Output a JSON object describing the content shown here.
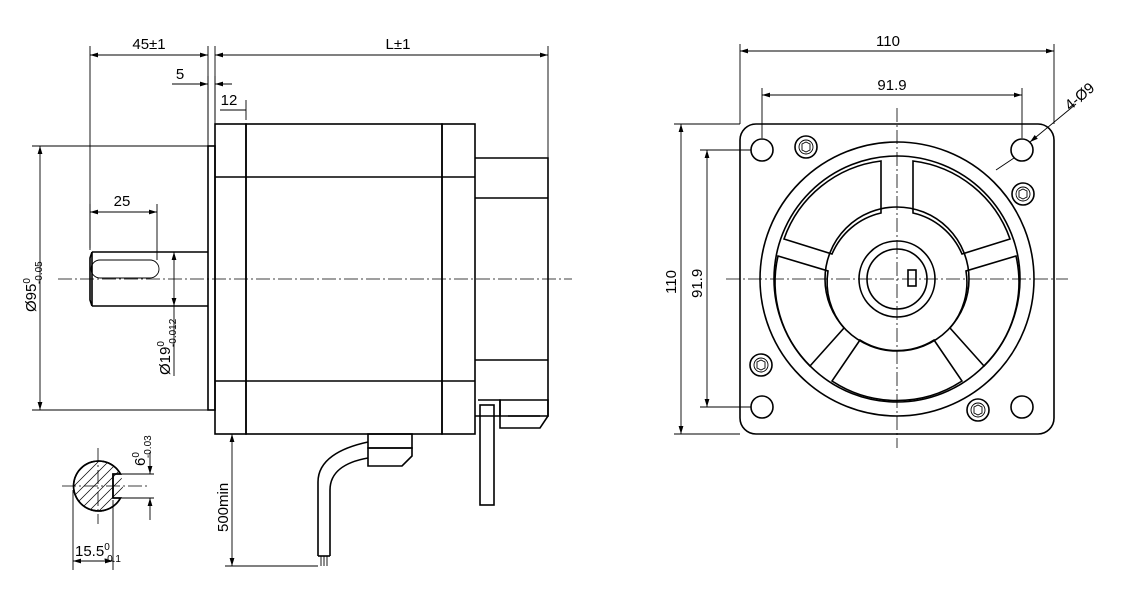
{
  "dimensions": {
    "shaft_length": "45±1",
    "body_length": "L±1",
    "boss_step": "5",
    "flange_thickness": "12",
    "key_length": "25",
    "pilot_diameter": {
      "main": "Ø95",
      "sup": "0",
      "sub": "-0.05"
    },
    "shaft_diameter": {
      "main": "Ø19",
      "sup": "0",
      "sub": "-0.012"
    },
    "key_width": {
      "main": "6",
      "sup": "0",
      "sub": "-0.03"
    },
    "key_depth": {
      "main": "15.5",
      "sup": "0",
      "sub": "-0.1"
    },
    "lead_length": "500min",
    "flange_width": "110",
    "flange_height": "110",
    "bolt_spacing_h": "91.9",
    "bolt_spacing_v": "91.9",
    "mount_holes": "4-Ø9"
  }
}
